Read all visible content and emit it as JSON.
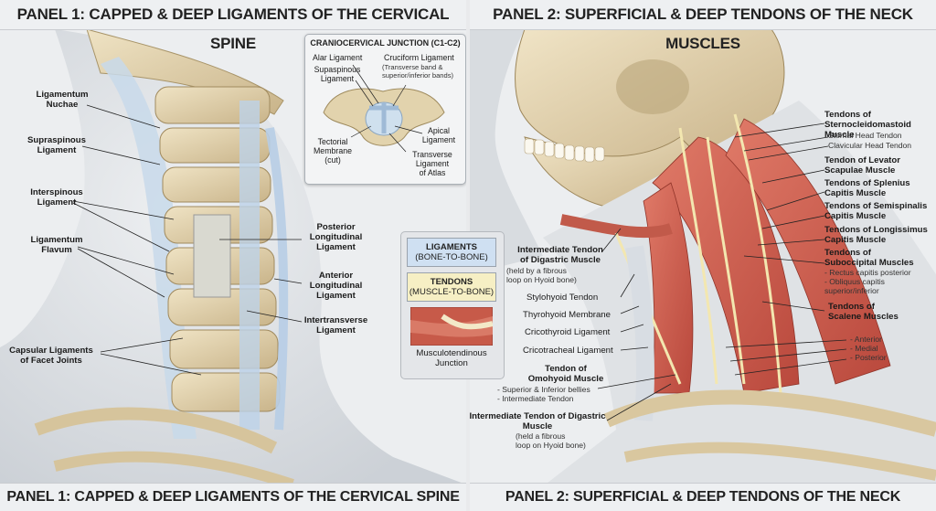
{
  "panel1": {
    "title": "PANEL 1: CAPPED & DEEP LIGAMENTS OF THE CERVICAL SPINE",
    "footer": "PANEL 1: CAPPED & DEEP LIGAMENTS OF THE CERVICAL SPINE",
    "labels": {
      "lig_nuchae": "Ligamentum\nNuchae",
      "supraspinous": "Supraspinous\nLigament",
      "interspinous": "Interspinous\nLigament",
      "lig_flavum": "Ligamentum\nFlavum",
      "capsular": "Capsular Ligaments\nof Facet Joints",
      "posterior_long": "Posterior\nLongitudinal\nLigament",
      "anterior_long": "Anterior\nLongitudinal\nLigament",
      "intertransverse": "Intertransverse\nLigament"
    },
    "inset": {
      "title": "CRANIOCERVICAL JUNCTION (C1-C2)",
      "alar": "Alar Ligament",
      "supaspinous": "Supaspinous\nLigament",
      "cruciform": "Cruciform Ligament",
      "cruciform_sub": "(Transverse band &\nsuperior/inferior bands)",
      "tectorial": "Tectorial\nMembrane\n(cut)",
      "apical": "Apical\nLigament",
      "transverse_atlas": "Transverse\nLigament\nof Atlas"
    }
  },
  "legend": {
    "ligaments_title": "LIGAMENTS",
    "ligaments_sub": "(BONE-TO-BONE)",
    "tendons_title": "TENDONS",
    "tendons_sub": "(MUSCLE-TO-BONE)",
    "junction": "Musculotendinous\nJunction",
    "colors": {
      "ligaments": "#cfe0f2",
      "tendons": "#f6efc4"
    }
  },
  "panel2": {
    "title": "PANEL 2: SUPERFICIAL & DEEP TENDONS OF THE NECK MUSCLES",
    "footer": "PANEL 2: SUPERFICIAL & DEEP TENDONS OF THE NECK MUSCLES",
    "labels": {
      "scm": "Tendons of\nSternocleidomastoid Muscle",
      "sternal": "Sternal Head Tendon",
      "clavicular": "Clavicular Head Tendon",
      "levator": "Tendon of Levator\nScapulae Muscle",
      "splenius": "Tendons of Splenius\nCapitis Muscle",
      "semispinalis": "Tendons of Semispinalis\nCapitis Muscle",
      "longissimus": "Tendons of Longissimus\nCapitis Muscle",
      "suboccipital": "Tendons of\nSuboccipital Muscles",
      "suboccipital_sub": "- Rectus capitis posterior\n- Obliquus capitis\n  superior/inferior",
      "scalene": "Tendons of\nScalene Muscles",
      "scalene_sub": "- Anterior\n- Medial\n- Posterior",
      "digastric_top": "Intermediate Tendon\nof Digastric Muscle",
      "digastric_top_sub": "(held by a fibrous\nloop on Hyoid bone)",
      "stylohyoid": "Stylohyoid Tendon",
      "thyrohyoid": "Thyrohyoid Membrane",
      "cricothyroid": "Cricothyroid Ligament",
      "cricotracheal": "Cricotracheal Ligament",
      "omohyoid": "Tendon of\nOmohyoid Muscle",
      "omohyoid_sub": "- Superior & Inferior bellies\n- Intermediate Tendon",
      "digastric_bottom": "Intermediate Tendon of Digastric\nMuscle",
      "digastric_bottom_sub": "(held a fibrous\nloop on Hyoid bone)"
    }
  }
}
